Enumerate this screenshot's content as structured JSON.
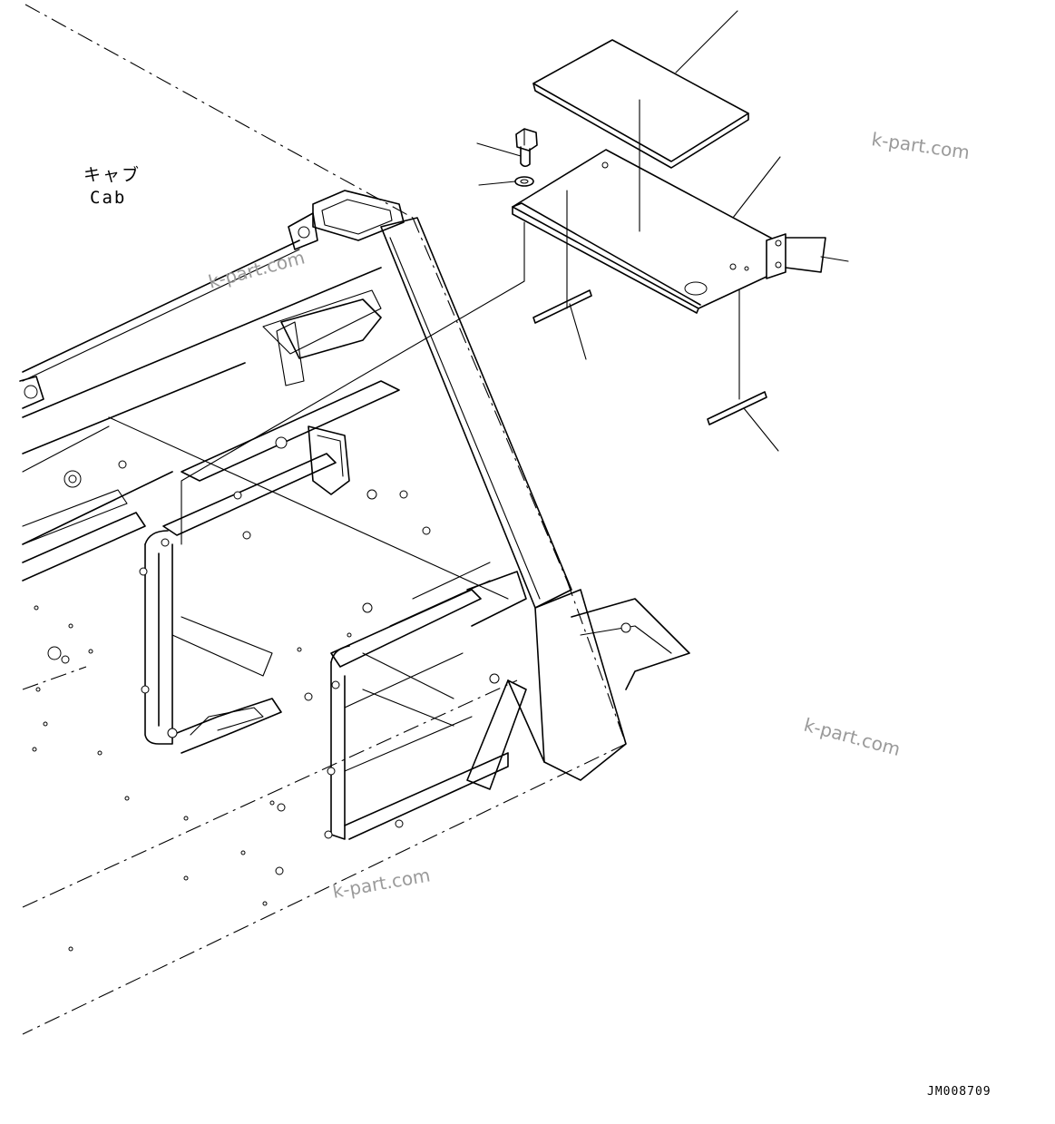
{
  "labels": {
    "cab_jp": "キャブ",
    "cab_en": "Cab",
    "drawing_code": "JM008709"
  },
  "watermarks": [
    "k-part.com",
    "k-part.com",
    "k-part.com",
    "k-part.com"
  ],
  "parts": [
    "cover-plate",
    "bracket-plate",
    "bolt",
    "washer",
    "rubber-strip-left",
    "rubber-strip-right",
    "cab-frame"
  ]
}
